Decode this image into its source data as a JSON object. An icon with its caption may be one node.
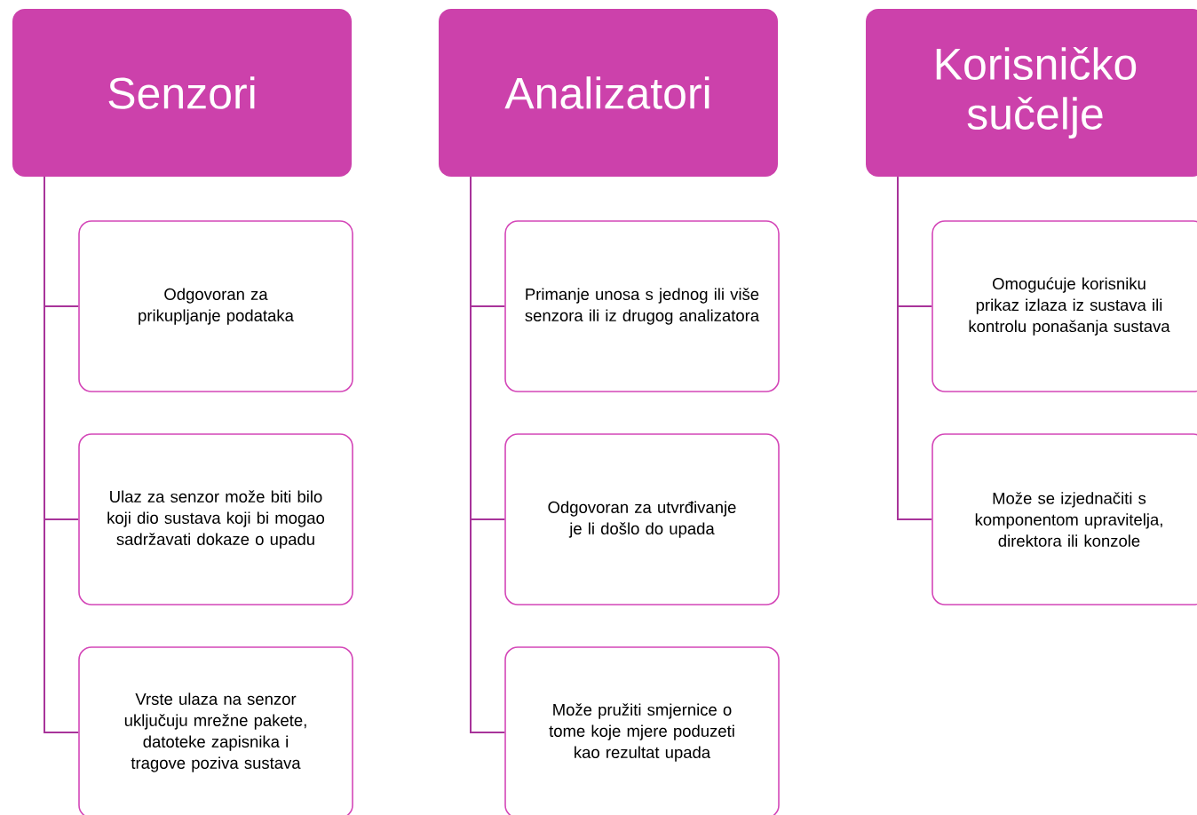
{
  "diagram": {
    "nodes": [
      {
        "text": [
          "Senzori"
        ]
      },
      {
        "text": [
          "Odgovoran za prikupljanje podataka"
        ]
      },
      {
        "text": [
          "Ulaz za senzor može biti bilo koji dio sustava koji bi mogao sadržavati dokaze o upadu"
        ]
      },
      {
        "text": [
          "Vrste ulaza na senzor uključuju mrežne pakete, datoteke zapisnika i tragove poziva sustava"
        ]
      },
      {
        "text": [
          "Analizatori"
        ]
      },
      {
        "text": [
          "Primanje unosa s jednog ili više senzora ili iz drugog analizatora"
        ]
      },
      {
        "text": [
          "Odgovoran za utvrđivanje je li došlo do upada"
        ]
      },
      {
        "text": [
          "Može pružiti smjernice o tome koje mjere poduzeti kao rezultat upada"
        ]
      },
      {
        "text": [
          "Korisničko sučelje"
        ]
      },
      {
        "text": [
          "Omogućuje korisniku prikaz izlaza iz sustava ili kontrolu ponašanja sustava"
        ]
      },
      {
        "text": [
          "Može se izjednačiti s komponentom upravitelja, direktora ili konzole"
        ]
      }
    ],
    "edges": [
      {
        "from": 0,
        "to": 1,
        "arrow": "none"
      },
      {
        "from": 0,
        "to": 2,
        "arrow": "none"
      },
      {
        "from": 0,
        "to": 3,
        "arrow": "none"
      },
      {
        "from": 4,
        "to": 5,
        "arrow": "none"
      },
      {
        "from": 4,
        "to": 6,
        "arrow": "none"
      },
      {
        "from": 4,
        "to": 7,
        "arrow": "none"
      },
      {
        "from": 8,
        "to": 9,
        "arrow": "none"
      },
      {
        "from": 8,
        "to": 10,
        "arrow": "none"
      }
    ]
  }
}
